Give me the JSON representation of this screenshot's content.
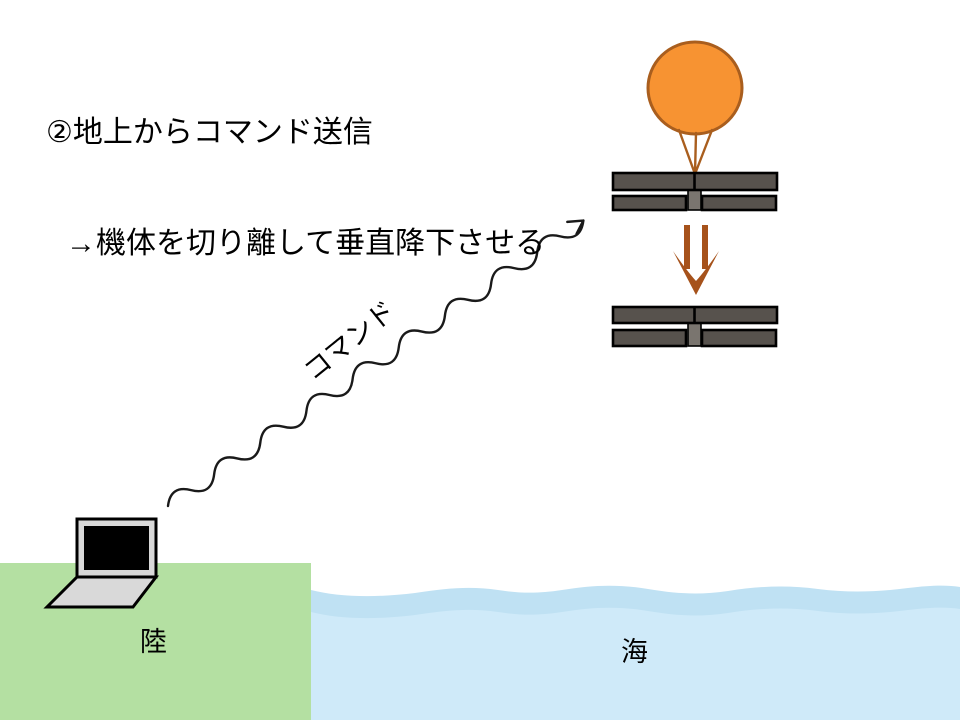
{
  "title": {
    "line1": "②地上からコマンド送信",
    "line2": "→機体を切り離して垂直降下させる"
  },
  "labels": {
    "command": "コマンド",
    "land": "陸",
    "sea": "海"
  },
  "colors": {
    "background": "#ffffff",
    "text": "#000000",
    "line": "#1a1a1a",
    "land": "#b4e0a2",
    "sea": "#cfeaf9",
    "sea_band": "#bfe1f3",
    "balloon_fill": "#f79332",
    "balloon_stroke": "#a95e1e",
    "tether": "#a95e1e",
    "wing_fill": "#57524d",
    "wing_stroke": "#000000",
    "fuselage_fill": "#7a756f",
    "drop_arrow": "#a6521b",
    "laptop_body": "#d9d9d9",
    "laptop_screen": "#000000"
  }
}
